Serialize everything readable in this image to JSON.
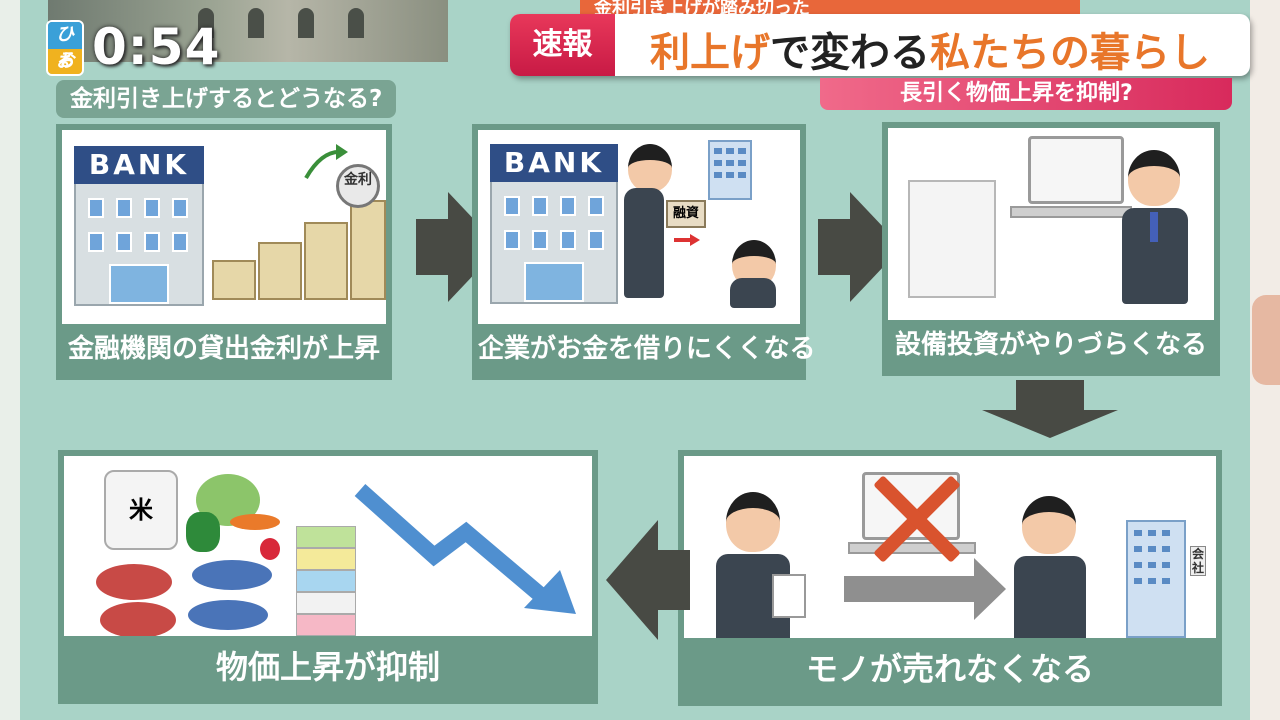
{
  "header": {
    "logo_top": "ひる",
    "logo_bottom": "おび",
    "clock": "0:54",
    "breaking_tag": "速報",
    "title_part1": "利上げ",
    "title_part2": "で変わる",
    "title_part3": "私たちの暮らし",
    "subtitle": "長引く物価上昇を抑制?",
    "top_strip_text": "金利引き上げが踏み切った"
  },
  "board": {
    "question": "金利引き上げするとどうなる?",
    "panels": [
      {
        "caption": "金融機関の貸出金利が上昇",
        "bank_sign": "BANK",
        "coin_label": "金利"
      },
      {
        "caption": "企業がお金を借りにくくなる",
        "bank_sign": "BANK",
        "box_label": "融資"
      },
      {
        "caption": "設備投資がやりづらくなる"
      },
      {
        "caption": "モノが売れなくなる",
        "building_label": "会社"
      },
      {
        "caption": "物価上昇が抑制",
        "bag_label": "米"
      }
    ]
  },
  "colors": {
    "board": "#a9d3c7",
    "panel_border": "#6b9a88",
    "accent_orange": "#e8762a",
    "breaking_red": "#d82a5c",
    "arrow_dark": "#484a44",
    "trend_blue": "#4f8fd0"
  }
}
